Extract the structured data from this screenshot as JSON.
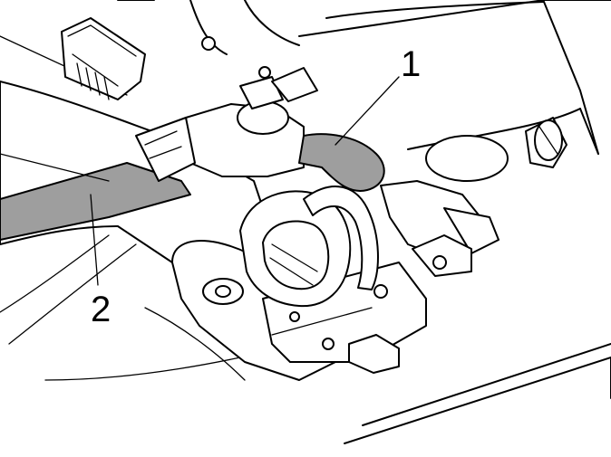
{
  "callouts": [
    {
      "id": "1",
      "label": "1"
    },
    {
      "id": "2",
      "label": "2"
    }
  ],
  "colors": {
    "line": "#000000",
    "highlight": "#9e9e9e",
    "background": "#ffffff"
  }
}
